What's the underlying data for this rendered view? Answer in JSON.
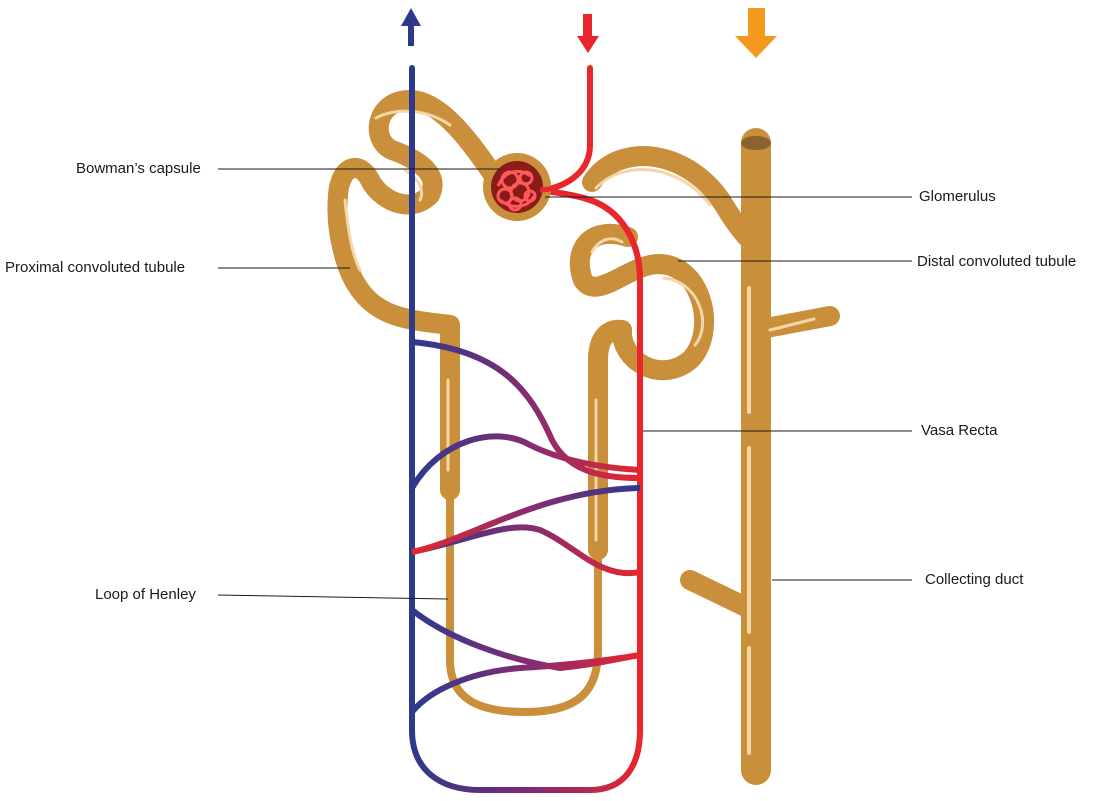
{
  "labels": {
    "bowmans_capsule": "Bowman’s capsule",
    "proximal_tubule": "Proximal convoluted tubule",
    "loop_of_henley": "Loop  of Henley",
    "glomerulus": "Glomerulus",
    "distal_tubule": "Distal convoluted tubule",
    "vasa_recta": "Vasa Recta",
    "collecting_duct": "Collecting duct"
  },
  "colors": {
    "tubule": "#c98f3a",
    "tubule_dark": "#a87430",
    "tubule_highlight": "#f3d7a8",
    "venous": "#2d3a8c",
    "arterial": "#e8262c",
    "glomerulus_fill": "#8b1a1a",
    "glomerulus_vessel": "#ff5a5a",
    "outflow_arrow": "#2d3a8c",
    "inflow_arrow": "#e8262c",
    "duct_arrow": "#f39a1c"
  },
  "flow_arrows": {
    "outflow": "arrow-up",
    "inflow": "arrow-down",
    "duct": "arrow-down"
  }
}
